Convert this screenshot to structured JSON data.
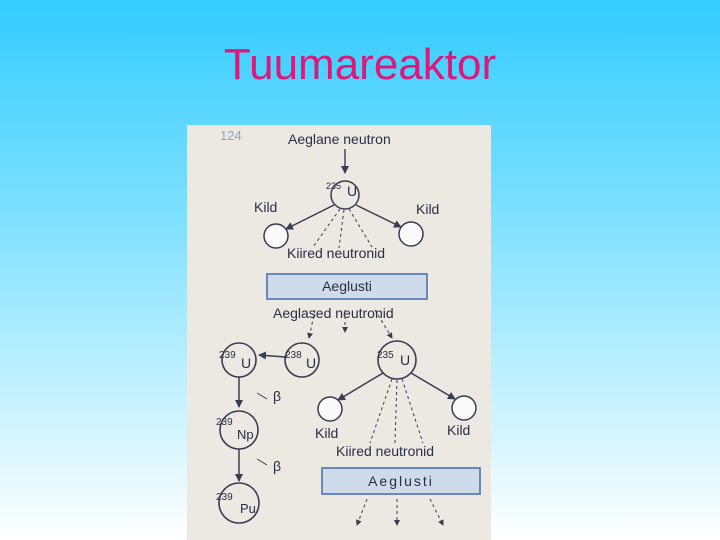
{
  "slide": {
    "title": "Tuumareaktor"
  },
  "figure": {
    "page_number": "124",
    "top_label": "Aeglane neutron",
    "top_fission": {
      "nucleus_mass": "235",
      "nucleus_symbol": "U",
      "fragment_left": "Kild",
      "fragment_right": "Kild",
      "fast_neutrons": "Kiired neutronid"
    },
    "moderator_box_1": "Aeglusti",
    "slow_neutrons": "Aeglased neutronid",
    "nuclei_row": [
      {
        "mass": "239",
        "symbol": "U"
      },
      {
        "mass": "238",
        "symbol": "U"
      },
      {
        "mass": "235",
        "symbol": "U"
      }
    ],
    "decay_chain": {
      "beta_1": "β",
      "np": {
        "mass": "239",
        "symbol": "Np"
      },
      "beta_2": "β",
      "pu": {
        "mass": "239",
        "symbol": "Pu"
      }
    },
    "bottom_fission": {
      "fragment_left": "Kild",
      "fragment_right": "Kild",
      "fast_neutrons": "Kiired neutronid"
    },
    "moderator_box_2": "Aeglusti"
  }
}
